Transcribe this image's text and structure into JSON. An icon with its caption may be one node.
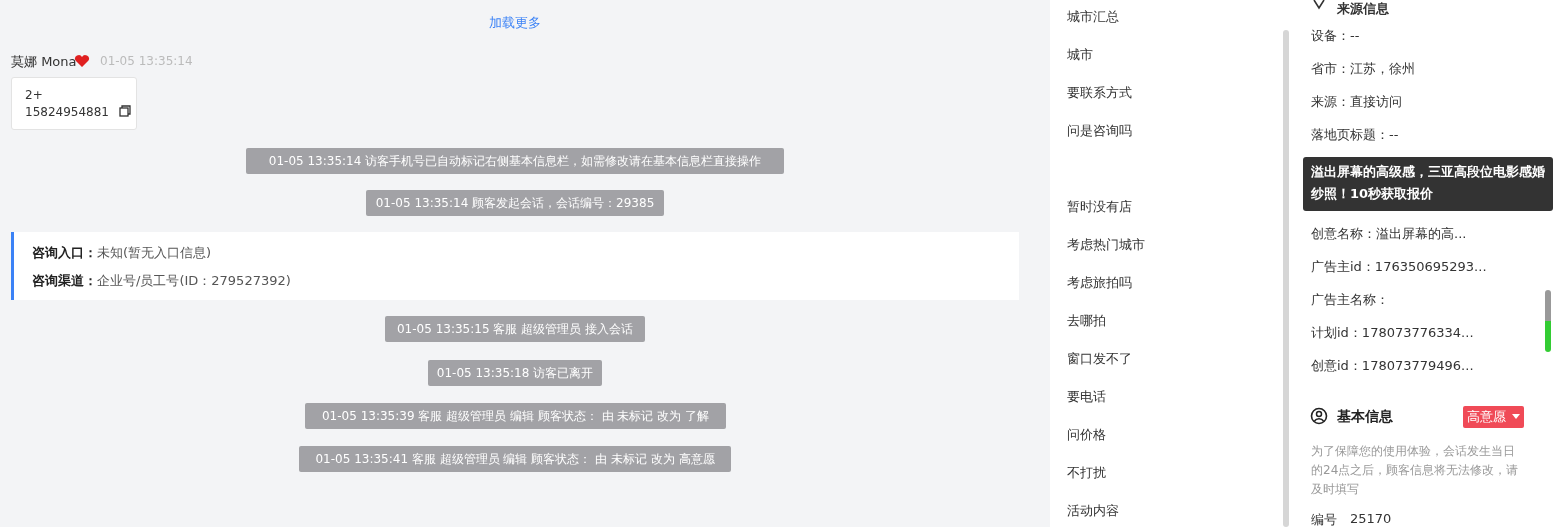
{
  "diagram": {
    "nodes": [
      {
        "text": [
          "2+",
          "15824954881"
        ]
      },
      {
        "text": [
          "01-05 13:35:14 访客手机号已自动标记右侧基本信息栏，如需修改请在基本信息栏直接操作"
        ]
      },
      {
        "text": [
          "01-05 13:35:14 顾客发起会话，会话编号：29385"
        ]
      },
      {
        "text": [
          "**咨询入口：**未知(暂无入口信息)",
          "**咨询渠道：**企业号/员工号(ID：279527392)"
        ]
      },
      {
        "text": [
          "01-05 13:35:15 客服 超级管理员 接入会话"
        ]
      },
      {
        "text": [
          "01-05 13:35:18 访客已离开"
        ]
      },
      {
        "text": [
          "01-05 13:35:39 客服 超级管理员 编辑 顾客状态： 由 未标记 改为 了解"
        ]
      },
      {
        "text": [
          "01-05 13:35:41 客服 超级管理员 编辑 顾客状态： 由 未标记 改为 高意愿"
        ]
      },
      {
        "text": [
          "溢出屏幕的高级感，三亚高段位电影感婚纱照！10秒获取报价"
        ]
      },
      {
        "text": [
          "高意愿"
        ]
      }
    ],
    "labels": [
      "加载更多",
      "莫娜 Mona",
      "01-05 13:35:14",
      "城市汇总",
      "城市",
      "要联系方式",
      "问是咨询吗",
      "暂时没有店",
      "考虑热门城市",
      "考虑旅拍吗",
      "去哪拍",
      "窗口发不了",
      "要电话",
      "问价格",
      "不打扰",
      "活动内容",
      "来源信息",
      "设备：--",
      "省市：江苏，徐州",
      "来源：直接访问",
      "落地页标题：--",
      "创意名称：溢出屏幕的高...",
      "广告主id：176350695293...",
      "广告主名称：",
      "计划id：178073776334...",
      "创意id：178073779496...",
      "基本信息",
      "为了保障您的使用体验，会话发生当日的24点之后，顾客信息将无法修改，请及时填写",
      "编号",
      "25170"
    ]
  }
}
